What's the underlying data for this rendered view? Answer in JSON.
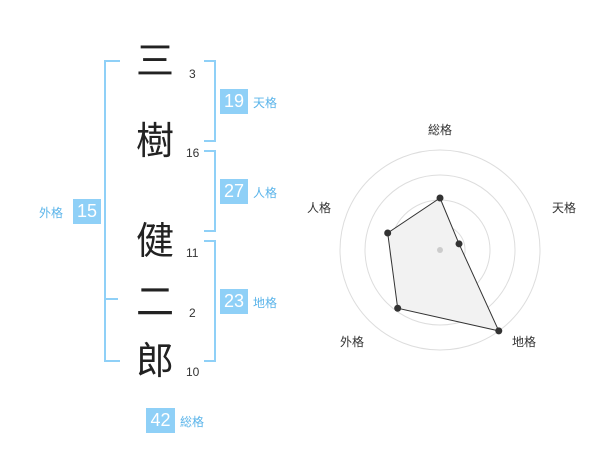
{
  "name": {
    "chars": [
      {
        "char": "三",
        "strokes": "3"
      },
      {
        "char": "樹",
        "strokes": "16"
      },
      {
        "char": "健",
        "strokes": "11"
      },
      {
        "char": "二",
        "strokes": "2"
      },
      {
        "char": "郎",
        "strokes": "10"
      }
    ]
  },
  "kakusu": {
    "tenkaku": {
      "value": "19",
      "label": "天格"
    },
    "jinkaku": {
      "value": "27",
      "label": "人格"
    },
    "chikaku": {
      "value": "23",
      "label": "地格"
    },
    "gaikaku": {
      "value": "15",
      "label": "外格"
    },
    "soukaku": {
      "value": "42",
      "label": "総格"
    }
  },
  "colors": {
    "accent": "#8fd0f7",
    "accent_text": "#5ab4ea",
    "radar_fill": "#f2f2f2",
    "radar_ring": "#dddddd"
  },
  "chart_data": {
    "type": "radar",
    "axes": [
      "総格",
      "天格",
      "地格",
      "外格",
      "人格"
    ],
    "values": [
      0.52,
      0.2,
      1.0,
      0.72,
      0.55
    ],
    "range": [
      0,
      1
    ],
    "rings": 4
  }
}
